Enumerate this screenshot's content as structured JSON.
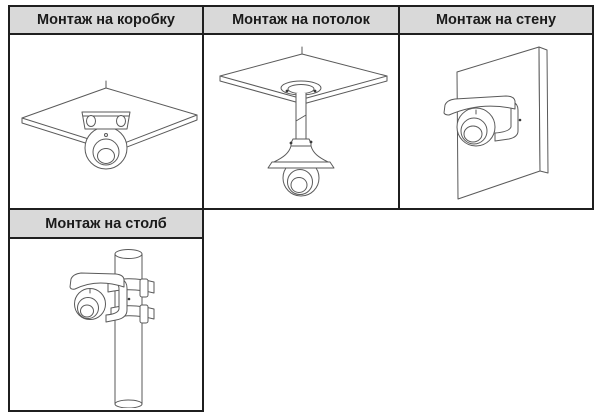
{
  "table": {
    "top_headers": [
      {
        "label": "Монтаж на коробку",
        "diagram": "box-mount-diagram"
      },
      {
        "label": "Монтаж на потолок",
        "diagram": "ceiling-mount-diagram"
      },
      {
        "label": "Монтаж на стену",
        "diagram": "wall-mount-diagram"
      }
    ],
    "bottom_headers": [
      {
        "label": "Монтаж на столб",
        "diagram": "pole-mount-diagram"
      }
    ]
  },
  "colors": {
    "header_background": "#d9d9d9",
    "table_border": "#1f1f1f",
    "drawing_line": "#5a5a5a",
    "text": "#1a1a1a",
    "page_background": "#ffffff"
  }
}
